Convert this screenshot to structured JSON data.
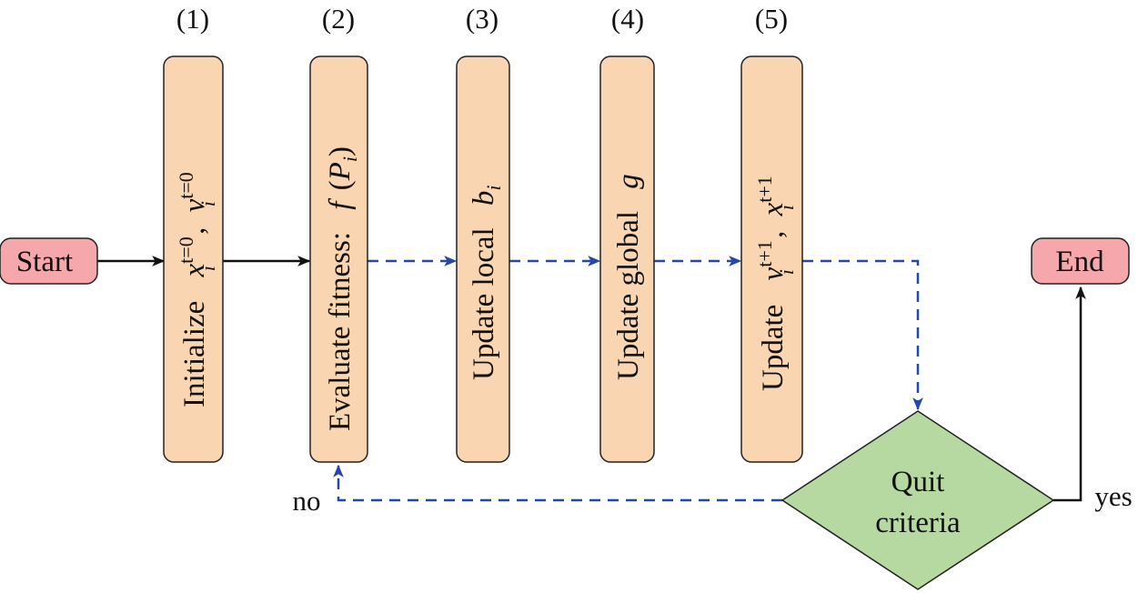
{
  "colors": {
    "terminal_fill": "#F5A7AC",
    "process_fill": "#FAD5B1",
    "decision_fill": "#B5D9A0",
    "stroke": "#222222",
    "arrow_solid": "#111111",
    "arrow_dashed": "#2547A8"
  },
  "start": {
    "label": "Start"
  },
  "end": {
    "label": "End"
  },
  "steps": [
    {
      "number": "(1)",
      "text": "Initialize",
      "math": "x",
      "sub": "i",
      "sup": "t=0",
      "math2": "v",
      "sub2": "i",
      "sup2": "t=0",
      "sep": ","
    },
    {
      "number": "(2)",
      "text": "Evaluate fitness:",
      "math": "f",
      "paren_open": "(",
      "math_p": "P",
      "sub": "i",
      "paren_close": ")"
    },
    {
      "number": "(3)",
      "text": "Update local",
      "math": "b",
      "sub": "i"
    },
    {
      "number": "(4)",
      "text": "Update global",
      "math": "g"
    },
    {
      "number": "(5)",
      "text": "Update",
      "math": "v",
      "sub": "i",
      "sup": "t+1",
      "math2": "x",
      "sub2": "i",
      "sup2": "t+1",
      "sep": ","
    }
  ],
  "decision": {
    "line1": "Quit",
    "line2": "criteria"
  },
  "branches": {
    "no": "no",
    "yes": "yes"
  }
}
